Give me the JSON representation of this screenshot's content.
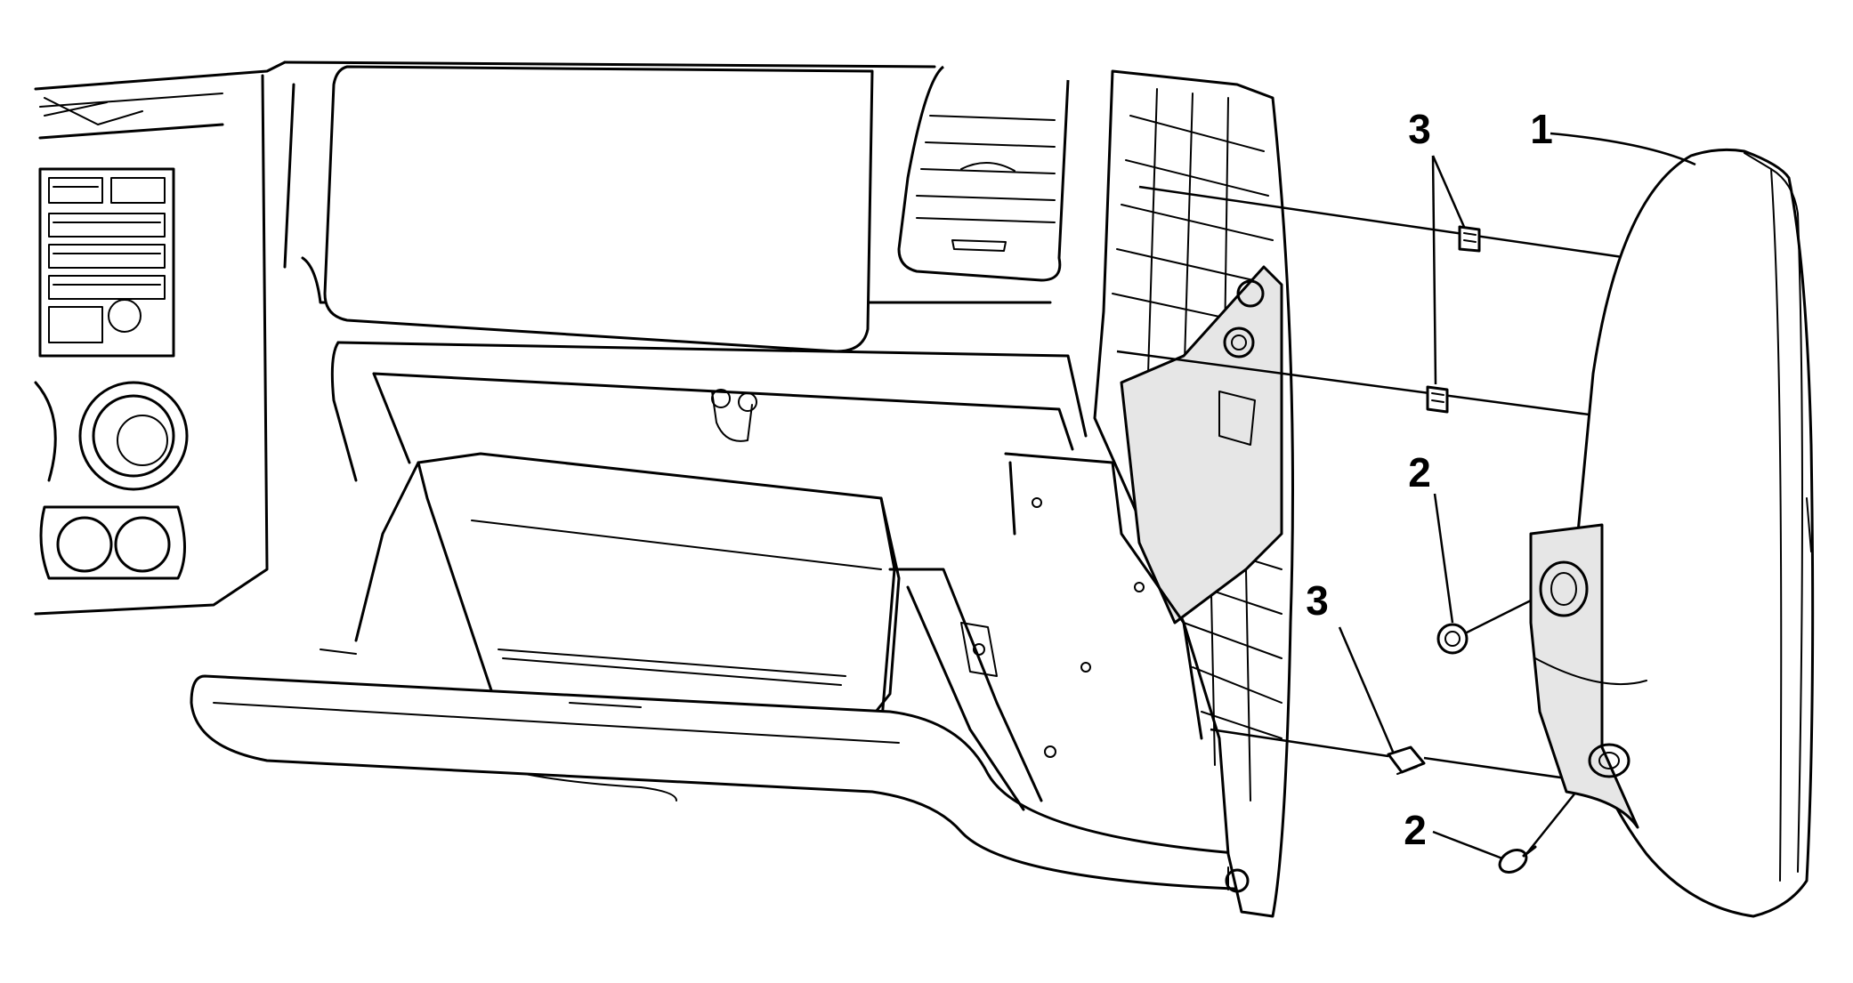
{
  "callouts": {
    "cover": "1",
    "fastener_upper": "2",
    "fastener_lower": "2",
    "clip_upper": "3",
    "clip_lower": "3"
  }
}
